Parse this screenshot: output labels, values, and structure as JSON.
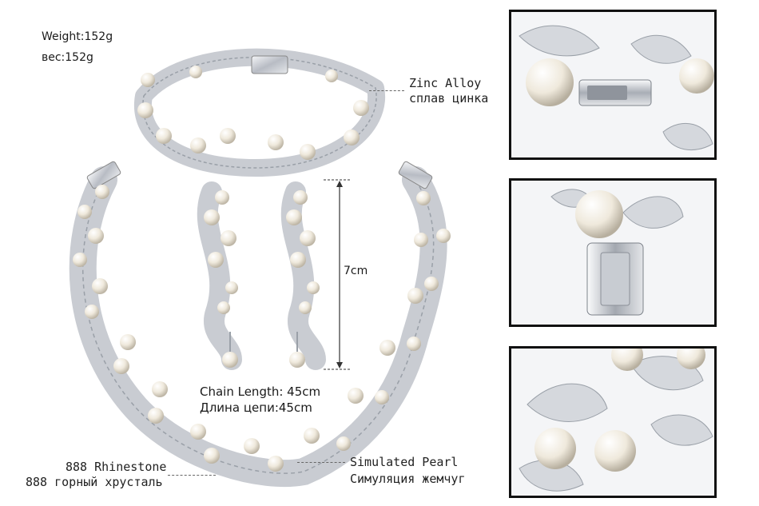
{
  "weight": {
    "en": "Weight:152g",
    "ru": "вес:152g"
  },
  "zinc": {
    "en": "Zinc Alloy",
    "ru": "сплав цинка"
  },
  "earring_length": "7cm",
  "chain": {
    "en": "Chain Length: 45cm",
    "ru": "Длина цепи:45cm"
  },
  "rhinestone": {
    "en": "888 Rhinestone",
    "ru": "888 горный хрусталь"
  },
  "pearl": {
    "en": "Simulated Pearl",
    "ru": "Симуляция жемчуг"
  },
  "colors": {
    "pearl": "#efe9dc",
    "silver": "#c9ccd2",
    "frame": "#111111"
  }
}
